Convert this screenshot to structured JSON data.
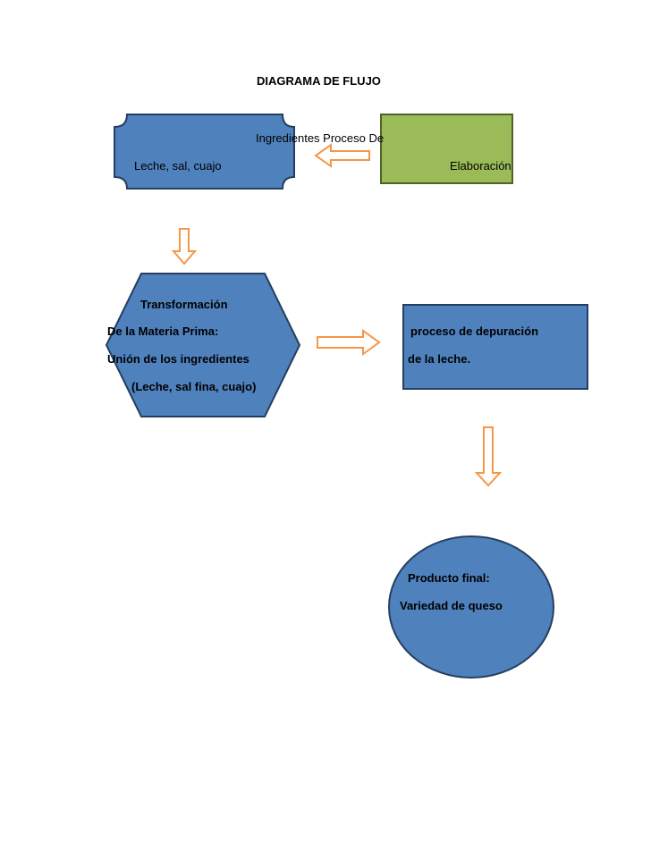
{
  "title": "DIAGRAMA DE FLUJO",
  "colors": {
    "shape_blue": "#4f81bd",
    "shape_border": "#243f60",
    "shape_green": "#9bbb59",
    "green_border": "#4f6228",
    "arrow_fill": "#ffffff",
    "arrow_stroke": "#f79646"
  },
  "nodes": {
    "ingredientes": {
      "line1": "Ingredientes Proceso De",
      "line2": "Leche, sal, cuajo"
    },
    "elaboracion": {
      "label": "Elaboración"
    },
    "transformacion": {
      "line1": "Transformación",
      "line2": "De la Materia Prima:",
      "line3": "Unión de los ingredientes",
      "line4": "(Leche, sal fina, cuajo)"
    },
    "depuracion": {
      "line1": "proceso de depuración",
      "line2": "de la leche."
    },
    "producto": {
      "line1": "Producto final:",
      "line2": "Variedad de queso"
    }
  },
  "arrows": [
    {
      "direction": "left",
      "from": "elaboracion",
      "to": "ingredientes"
    },
    {
      "direction": "down",
      "from": "ingredientes",
      "to": "transformacion"
    },
    {
      "direction": "right",
      "from": "transformacion",
      "to": "depuracion"
    },
    {
      "direction": "down",
      "from": "depuracion",
      "to": "producto"
    }
  ]
}
